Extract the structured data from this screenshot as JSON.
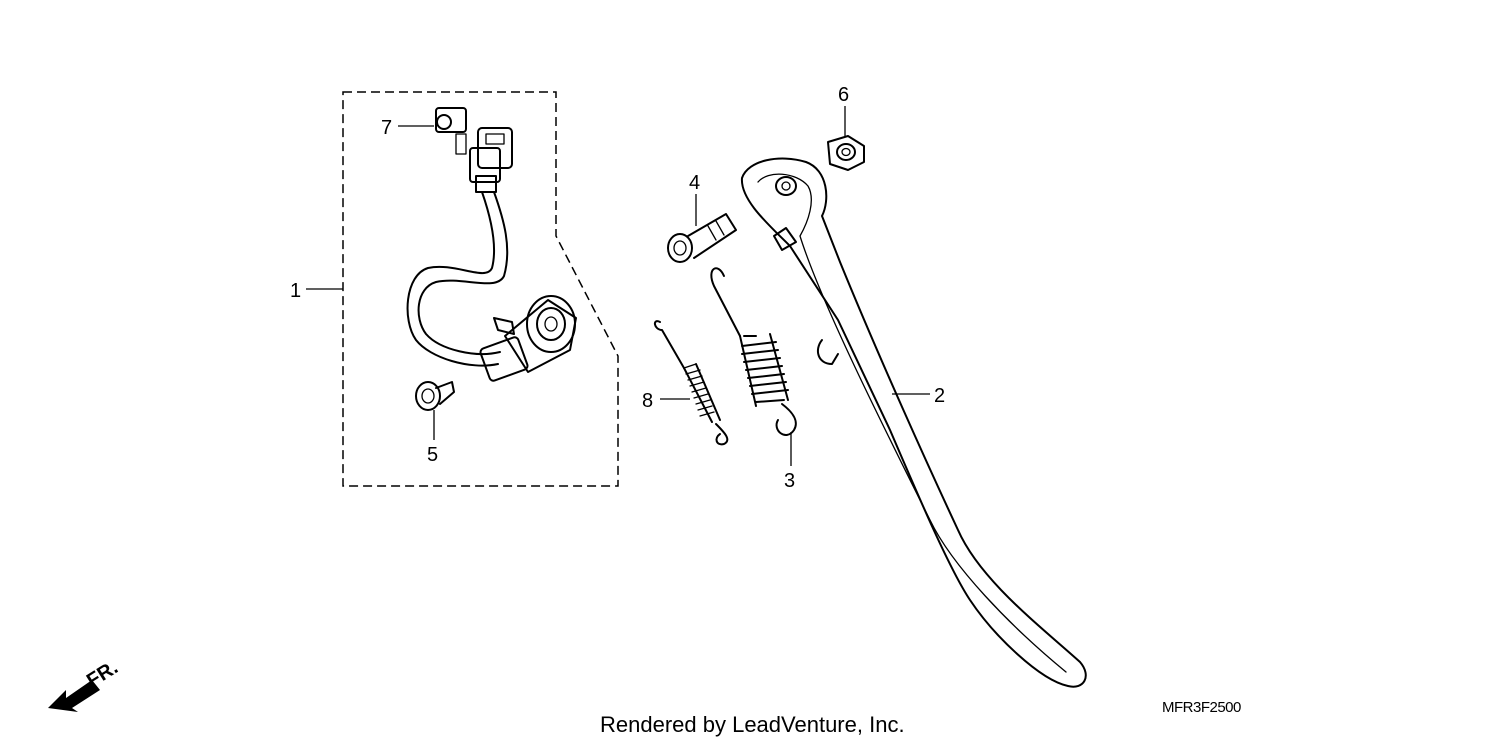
{
  "diagram": {
    "callouts": {
      "c1": "1",
      "c2": "2",
      "c3": "3",
      "c4": "4",
      "c5": "5",
      "c6": "6",
      "c7": "7",
      "c8": "8"
    },
    "part_code": "MFR3F2500",
    "credit": "Rendered by LeadVenture, Inc.",
    "direction_label": "FR."
  }
}
